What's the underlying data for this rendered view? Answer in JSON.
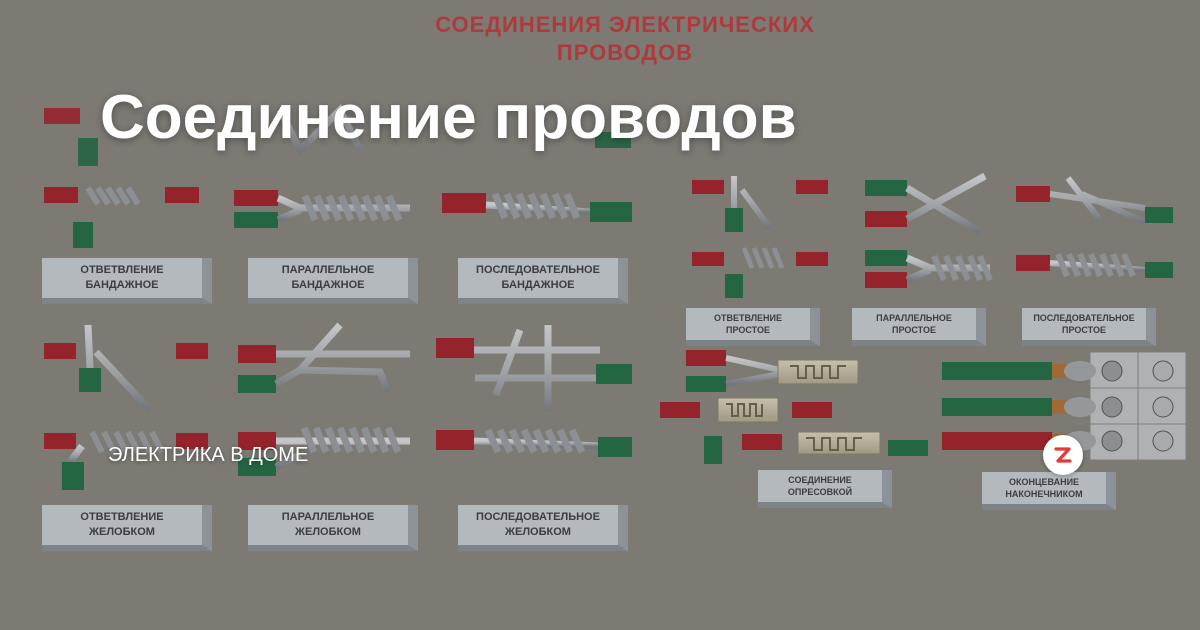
{
  "card": {
    "headline": "Соединение проводов",
    "channel": "ЭЛЕКТРИКА В ДОМЕ",
    "logo_icon": "zen-logo-icon"
  },
  "poster": {
    "title_line1": "СОЕДИНЕНИЯ ЭЛЕКТРИЧЕСКИХ",
    "title_line2": "ПРОВОДОВ",
    "left_labels": [
      {
        "line1": "ОТВЕТВЛЕНИЕ",
        "line2": "БАНДАЖНОЕ"
      },
      {
        "line1": "ПАРАЛЛЕЛЬНОЕ",
        "line2": "БАНДАЖНОЕ"
      },
      {
        "line1": "ПОСЛЕДОВАТЕЛЬНОЕ",
        "line2": "БАНДАЖНОЕ"
      },
      {
        "line1": "ОТВЕТВЛЕНИЕ",
        "line2": "ЖЕЛОБКОМ"
      },
      {
        "line1": "ПАРАЛЛЕЛЬНОЕ",
        "line2": "ЖЕЛОБКОМ"
      },
      {
        "line1": "ПОСЛЕДОВАТЕЛЬНОЕ",
        "line2": "ЖЕЛОБКОМ"
      }
    ],
    "right_labels": [
      {
        "line1": "ОТВЕТВЛЕНИЕ",
        "line2": "ПРОСТОЕ"
      },
      {
        "line1": "ПАРАЛЛЕЛЬНОЕ",
        "line2": "ПРОСТОЕ"
      },
      {
        "line1": "ПОСЛЕДОВАТЕЛЬНОЕ",
        "line2": "ПРОСТОЕ"
      },
      {
        "line1": "СОЕДИНЕНИЕ",
        "line2": "ОПРЕСОВКОЙ"
      },
      {
        "line1": "ОКОНЦЕВАНИЕ",
        "line2": "НАКОНЕЧНИКОМ"
      }
    ],
    "colors": {
      "background": "#8a8880",
      "title": "#b0393c",
      "wire_red": "#a81e2a",
      "wire_green": "#1f6e45",
      "wire_metal": "#c4c7cc",
      "plate": "#b4b9be"
    }
  }
}
